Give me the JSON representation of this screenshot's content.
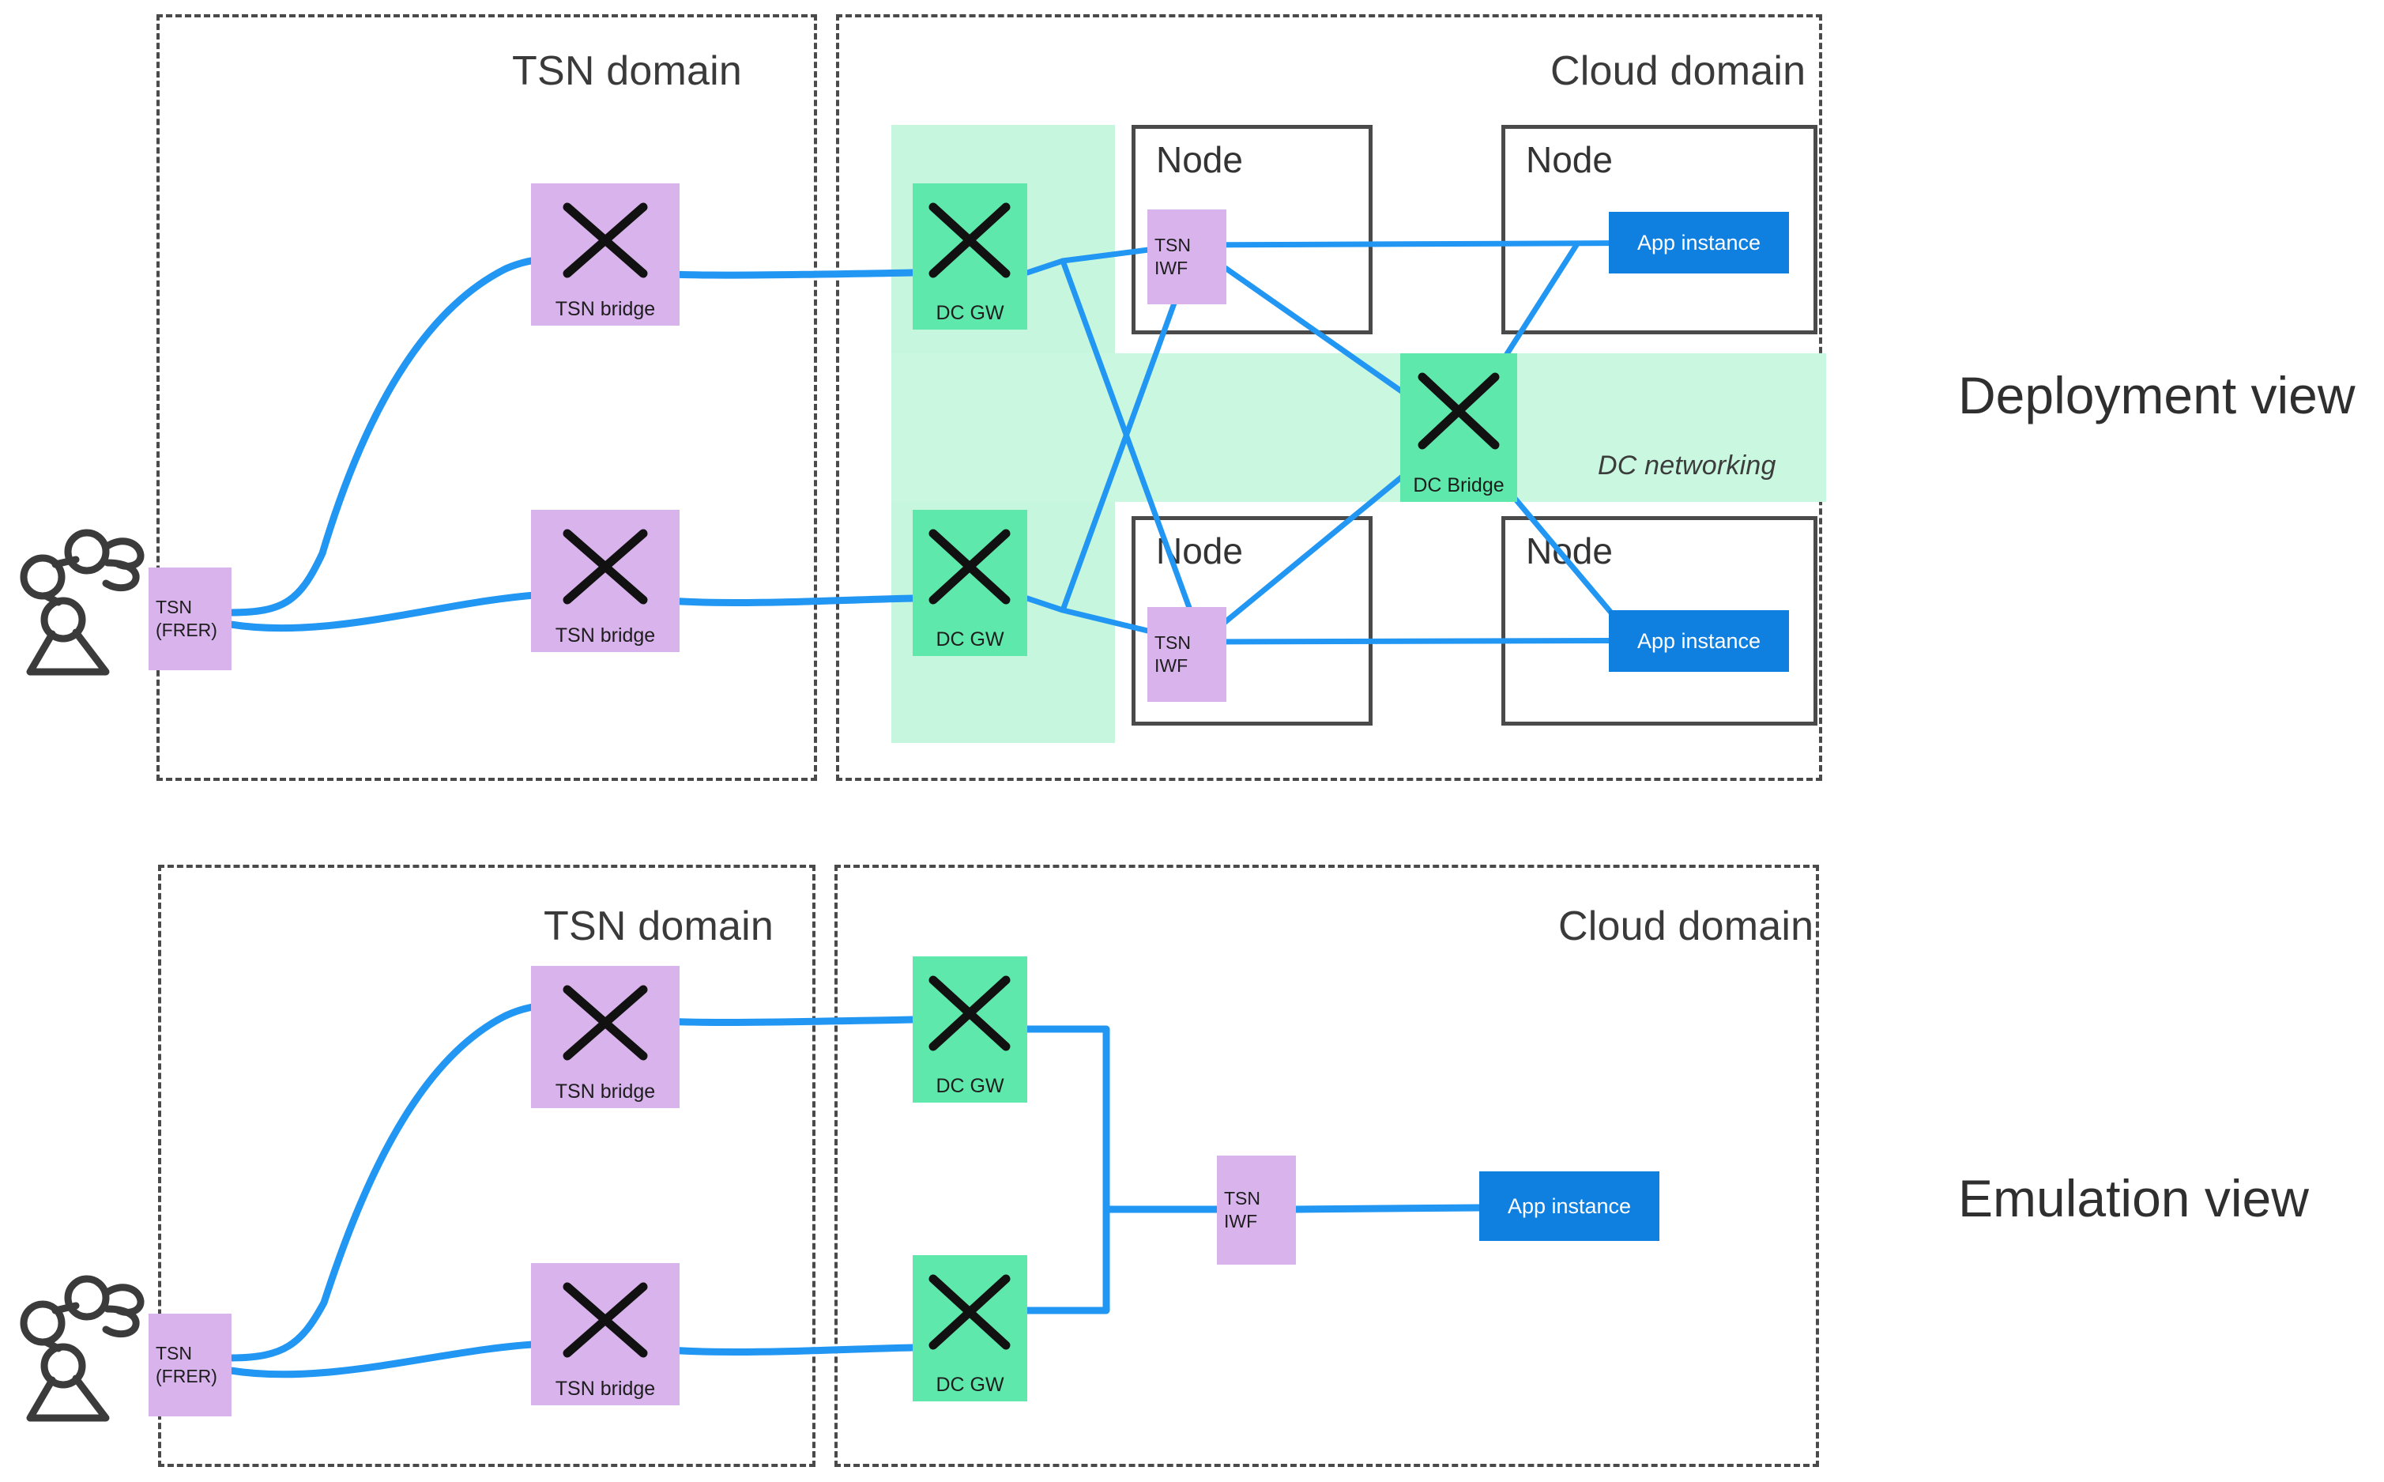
{
  "views": [
    {
      "id": "deployment",
      "label": "Deployment view",
      "domains": [
        {
          "name": "tsn",
          "label": "TSN domain"
        },
        {
          "name": "cloud",
          "label": "Cloud domain"
        }
      ],
      "source": {
        "icon": "robot-arm-icon",
        "chip_label_line1": "TSN",
        "chip_label_line2": "(FRER)"
      },
      "tsn_bridges": [
        {
          "label": "TSN bridge"
        },
        {
          "label": "TSN bridge"
        }
      ],
      "dc_gws": [
        {
          "label": "DC GW"
        },
        {
          "label": "DC GW"
        }
      ],
      "dc_bridge": {
        "label": "DC Bridge"
      },
      "dc_networking": {
        "label": "DC networking"
      },
      "nodes": [
        {
          "label": "Node",
          "child": {
            "type": "iwf",
            "line1": "TSN",
            "line2": "IWF"
          }
        },
        {
          "label": "Node",
          "child": {
            "type": "app",
            "label": "App instance"
          }
        },
        {
          "label": "Node",
          "child": {
            "type": "iwf",
            "line1": "TSN",
            "line2": "IWF"
          }
        },
        {
          "label": "Node",
          "child": {
            "type": "app",
            "label": "App instance"
          }
        }
      ]
    },
    {
      "id": "emulation",
      "label": "Emulation view",
      "domains": [
        {
          "name": "tsn",
          "label": "TSN domain"
        },
        {
          "name": "cloud",
          "label": "Cloud domain"
        }
      ],
      "source": {
        "icon": "robot-arm-icon",
        "chip_label_line1": "TSN",
        "chip_label_line2": "(FRER)"
      },
      "tsn_bridges": [
        {
          "label": "TSN bridge"
        },
        {
          "label": "TSN bridge"
        }
      ],
      "dc_gws": [
        {
          "label": "DC GW"
        },
        {
          "label": "DC GW"
        }
      ],
      "iwf": {
        "line1": "TSN",
        "line2": "IWF"
      },
      "app": {
        "label": "App instance"
      }
    }
  ],
  "colors": {
    "purple": "#d9b3ec",
    "green": "#5fe8ab",
    "green_light": "#c9f7e0",
    "blue": "#0f7fe0",
    "link": "#2196f3",
    "outline": "#4a4a4a"
  }
}
